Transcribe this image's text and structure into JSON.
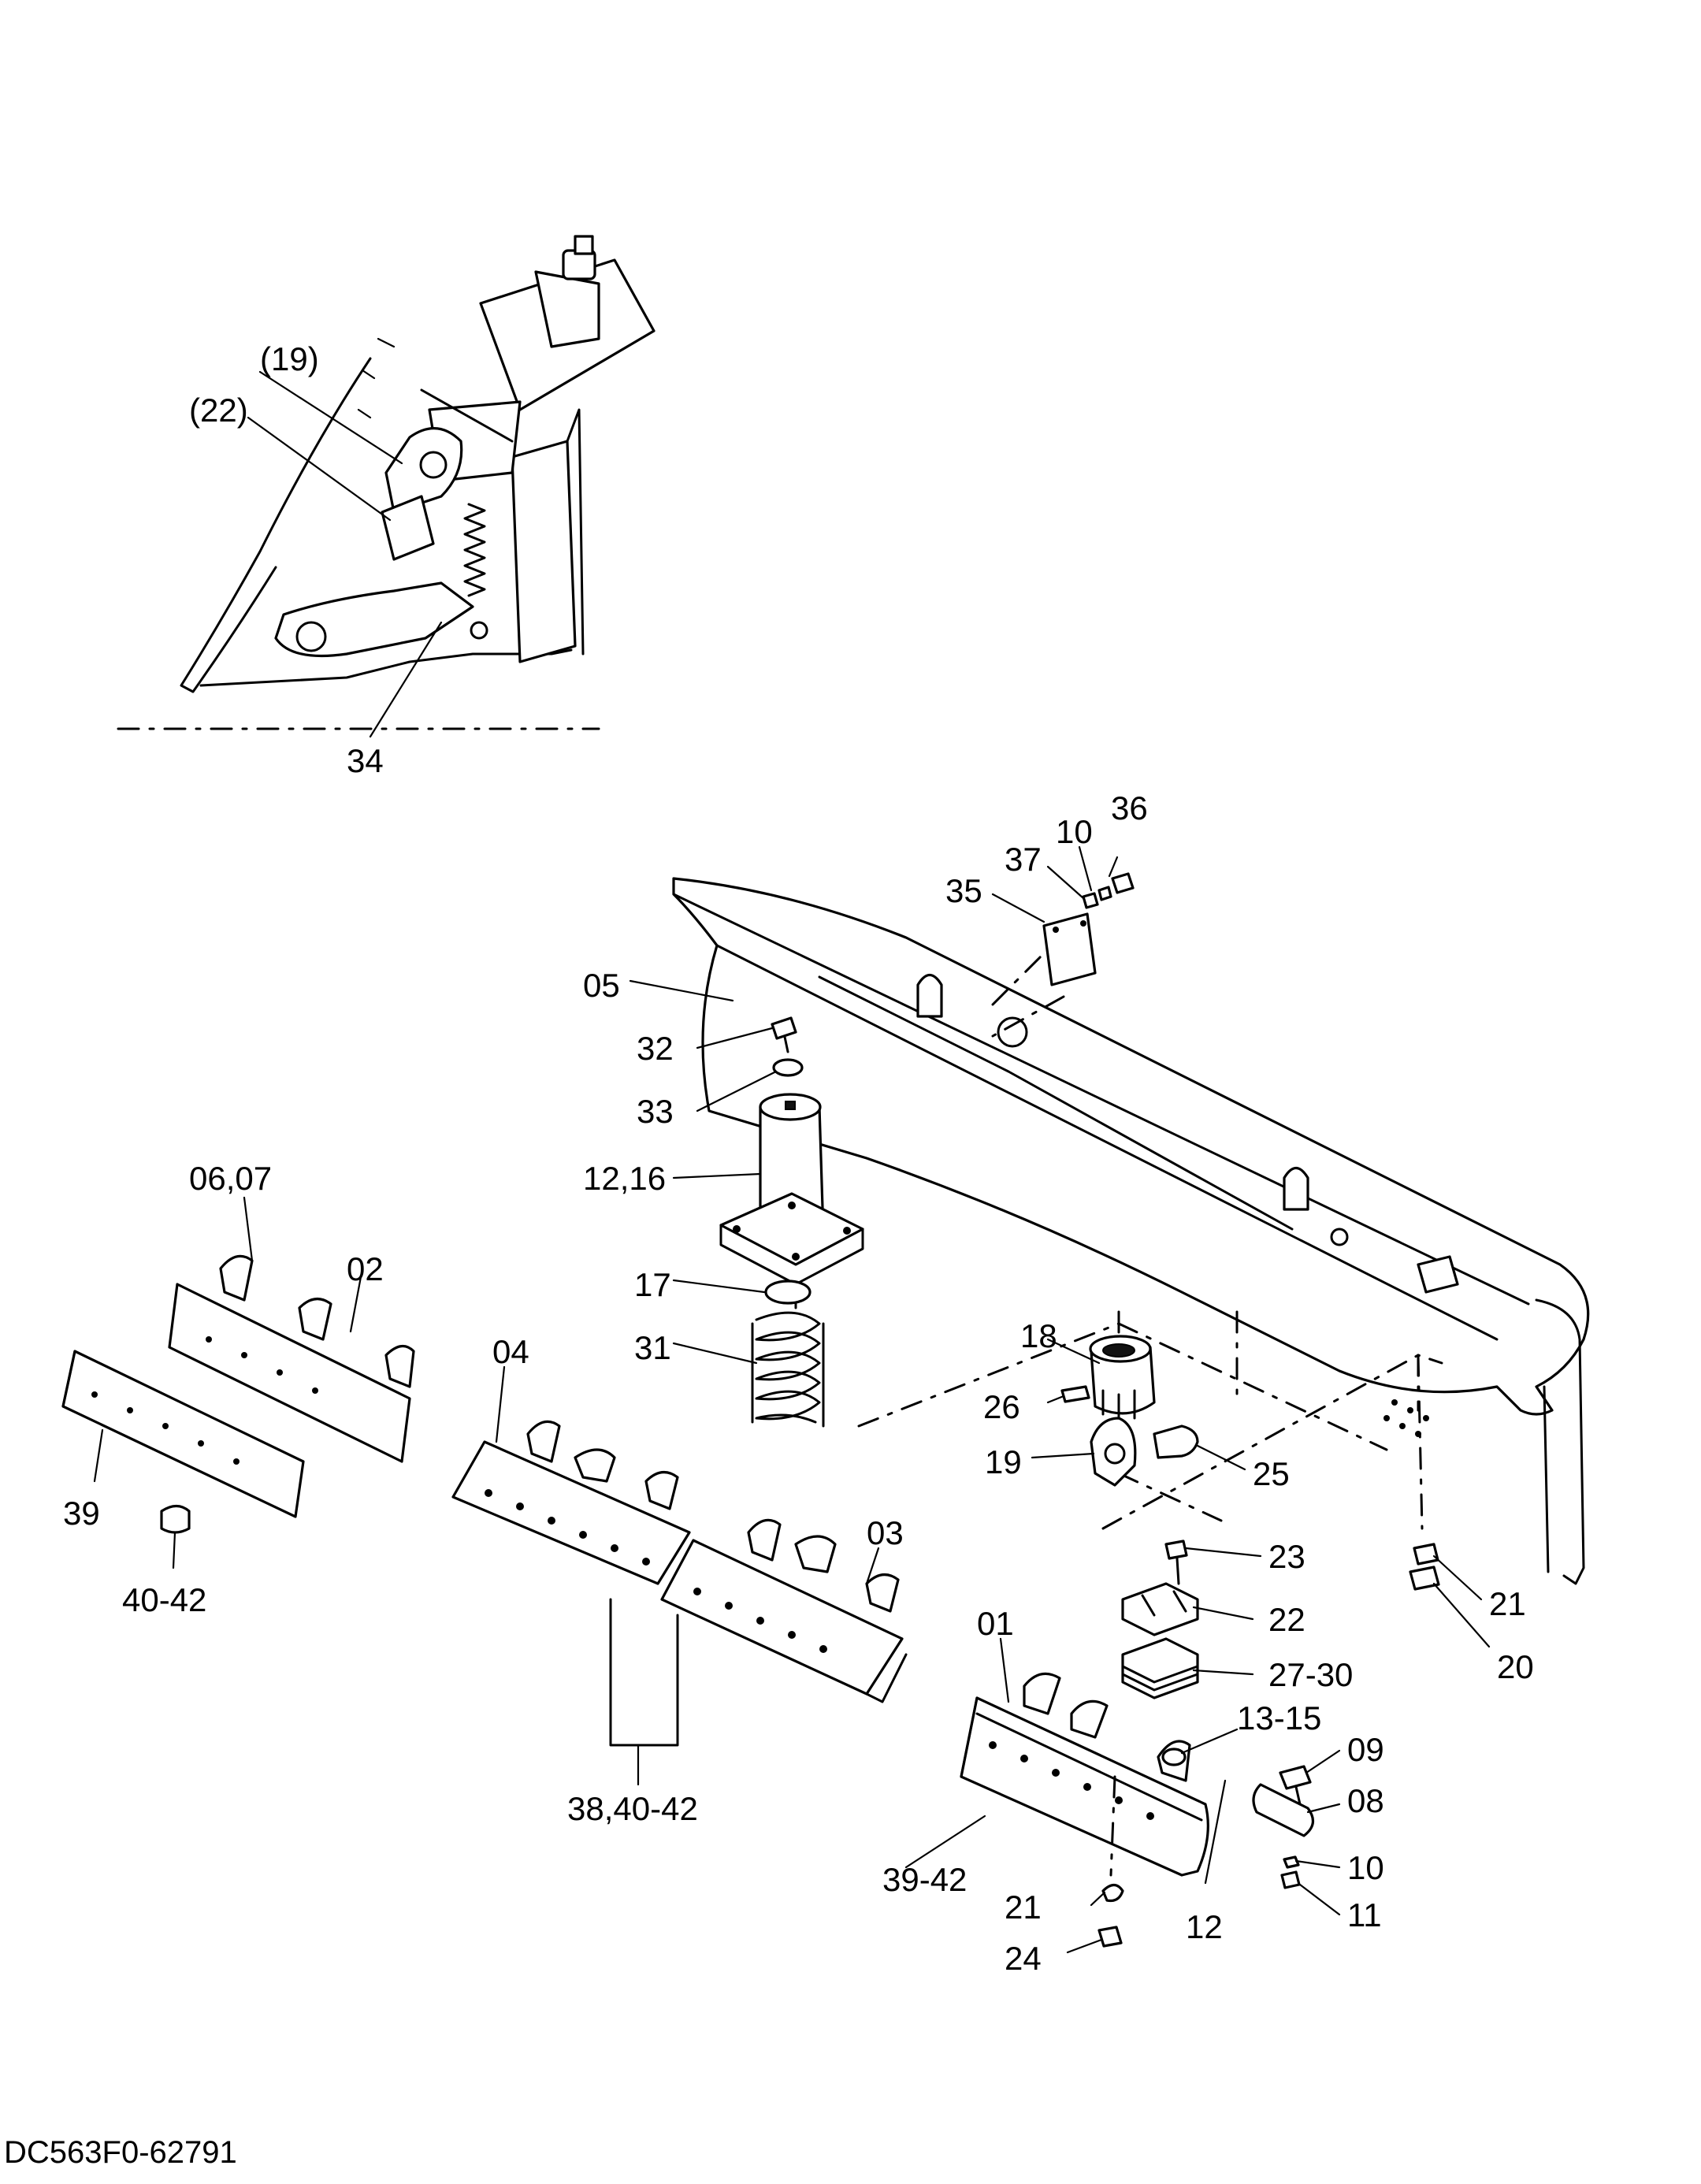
{
  "drawing_code": "DC563F0-62791",
  "callouts": {
    "p19_ref": "(19)",
    "p22_ref": "(22)",
    "p34": "34",
    "p36": "36",
    "p10_top": "10",
    "p37": "37",
    "p35": "35",
    "p05": "05",
    "p32": "32",
    "p33": "33",
    "p12_16": "12,16",
    "p06_07": "06,07",
    "p02": "02",
    "p17": "17",
    "p31": "31",
    "p04": "04",
    "p18": "18",
    "p26": "26",
    "p19": "19",
    "p25": "25",
    "p39": "39",
    "p40_42": "40-42",
    "p03": "03",
    "p23": "23",
    "p21_right": "21",
    "p22": "22",
    "p20": "20",
    "p27_30": "27-30",
    "p01": "01",
    "p13_15": "13-15",
    "p09": "09",
    "p08": "08",
    "p38_40_42": "38,40-42",
    "p10_bottom": "10",
    "p39_42": "39-42",
    "p11": "11",
    "p21_bottom": "21",
    "p12": "12",
    "p24": "24"
  }
}
